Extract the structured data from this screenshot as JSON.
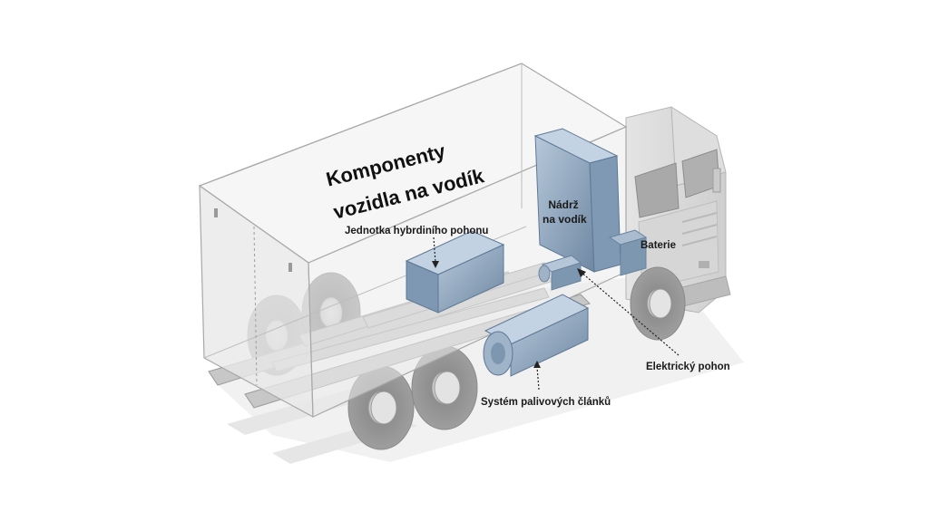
{
  "diagram": {
    "title_line1": "Komponenty",
    "title_line2": "vozidla na vodík",
    "labels": {
      "hybrid_unit": "Jednotka hybrdiního pohonu",
      "tank_line1": "Nádrž",
      "tank_line2": "na vodík",
      "battery": "Baterie",
      "electric_drive": "Elektrický pohon",
      "fuel_cell": "Systém palivových článků"
    },
    "colors": {
      "component": "#8fa7c0",
      "component_dark": "#5d7894",
      "truck_body": "#c9c9c9",
      "truck_edge": "#9a9a9a",
      "box_fill": "#eeeeee"
    }
  }
}
